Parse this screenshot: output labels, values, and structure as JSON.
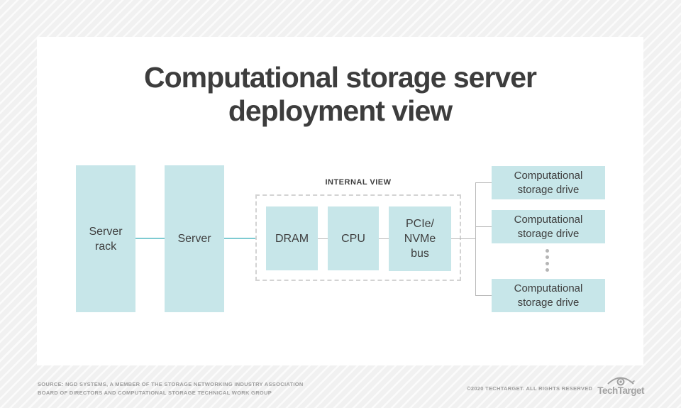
{
  "title": {
    "text": "Computational storage server\ndeployment view"
  },
  "diagram": {
    "server_rack": {
      "label": "Server\nrack"
    },
    "server": {
      "label": "Server"
    },
    "internal_view": {
      "label": "INTERNAL VIEW"
    },
    "dram": {
      "label": "DRAM"
    },
    "cpu": {
      "label": "CPU"
    },
    "pcie_bus": {
      "label": "PCIe/\nNVMe\nbus"
    },
    "drives": [
      {
        "label": "Computational\nstorage drive"
      },
      {
        "label": "Computational\nstorage drive"
      },
      {
        "label": "Computational\nstorage drive"
      }
    ],
    "ellipsis": "vertical-dots-indicating-more-drives"
  },
  "footer": {
    "source_line1": "SOURCE: NGD SYSTEMS, A MEMBER OF THE STORAGE NETWORKING INDUSTRY ASSOCIATION",
    "source_line2": "BOARD OF DIRECTORS AND COMPUTATIONAL STORAGE TECHNICAL WORK GROUP",
    "copyright": "©2020 TECHTARGET. ALL RIGHTS RESERVED",
    "brand": "TechTarget",
    "brand_icon": "eye-target-icon"
  },
  "colors": {
    "box_fill": "#c7e6e9",
    "teal_connector": "#7ecbd2",
    "gray_connector": "#b9b9b9",
    "dashed_border": "#d3d3d3",
    "title_text": "#3d3d3d",
    "label_text": "#3e3e3e",
    "footer_text": "#9d9d9d",
    "card_bg": "#ffffff",
    "page_bg": "#f1f1f1"
  }
}
